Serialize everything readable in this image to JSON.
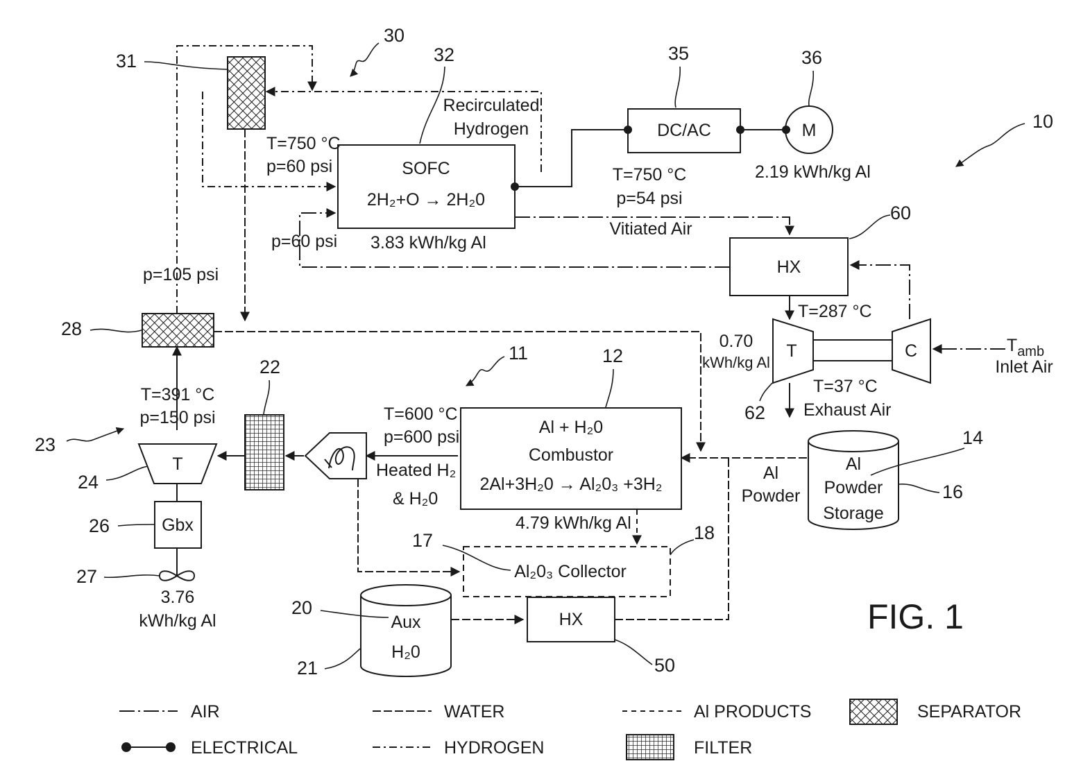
{
  "figure": {
    "title": "FIG. 1"
  },
  "refs": {
    "r10": "10",
    "r11": "11",
    "r12": "12",
    "r14": "14",
    "r16": "16",
    "r17": "17",
    "r18": "18",
    "r20": "20",
    "r21": "21",
    "r22": "22",
    "r23": "23",
    "r24": "24",
    "r26": "26",
    "r27": "27",
    "r28": "28",
    "r30": "30",
    "r31": "31",
    "r32": "32",
    "r35": "35",
    "r36": "36",
    "r50": "50",
    "r60": "60",
    "r62": "62"
  },
  "components": {
    "sofc": {
      "name": "SOFC",
      "reaction": "2H₂+O → 2H₂0",
      "energy": "3.83 kWh/kg Al"
    },
    "dcac": {
      "name": "DC/AC"
    },
    "motor": {
      "name": "M",
      "energy": "2.19 kWh/kg Al"
    },
    "hx_top": {
      "name": "HX"
    },
    "turbine_small": {
      "name": "T",
      "energy_1": "0.70",
      "energy_2": "kWh/kg Al"
    },
    "compressor": {
      "name": "C"
    },
    "combustor": {
      "line1": "Al +  H₂0",
      "line2": "Combustor",
      "reaction": "2Al+3H₂0 → Al₂0₃ +3H₂",
      "energy": "4.79 kWh/kg Al"
    },
    "storage": {
      "line1": "Al",
      "line2": "Powder",
      "line3": "Storage"
    },
    "collector": {
      "name": "Al₂0₃  Collector"
    },
    "aux": {
      "line1": "Aux",
      "line2": "H₂0"
    },
    "hx_bottom": {
      "name": "HX"
    },
    "turbine_main": {
      "name": "T"
    },
    "gearbox": {
      "name": "Gbx"
    },
    "propeller": {
      "energy_1": "3.76",
      "energy_2": "kWh/kg Al"
    }
  },
  "annotations": {
    "recirc_1": "Recirculated",
    "recirc_2": "Hydrogen",
    "sofc_in_t": "T=750 °C",
    "sofc_in_p": "p=60 psi",
    "sofc_out_t": "T=750 °C",
    "sofc_out_p": "p=54 psi",
    "vitiated": "Vitiated Air",
    "air_p": "p=60 psi",
    "sep_p": "p=105 psi",
    "hx_t": "T=287 °C",
    "exhaust_t": "T=37 °C",
    "exhaust": "Exhaust Air",
    "inlet_1": "T",
    "inlet_sub": "amb",
    "inlet_2": "Inlet Air",
    "comb_t": "T=600 °C",
    "comb_p": "p=600 psi",
    "heated_1": "Heated H₂",
    "heated_2": "& H₂0",
    "powder_1": "Al",
    "powder_2": "Powder",
    "turb_t": "T=391 °C",
    "turb_p": "p=150 psi"
  },
  "legend": [
    {
      "label": "AIR"
    },
    {
      "label": "WATER"
    },
    {
      "label": "Al PRODUCTS"
    },
    {
      "label": "SEPARATOR"
    },
    {
      "label": "ELECTRICAL"
    },
    {
      "label": "HYDROGEN"
    },
    {
      "label": "FILTER"
    }
  ]
}
